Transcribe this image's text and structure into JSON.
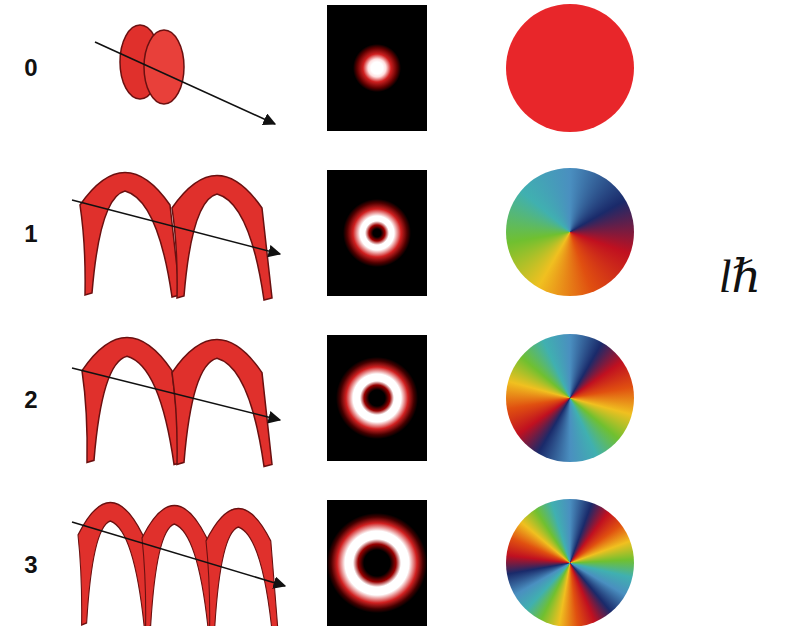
{
  "diagram": {
    "labels": [
      "0",
      "1",
      "2",
      "3",
      "lℏ"
    ]
  }
}
